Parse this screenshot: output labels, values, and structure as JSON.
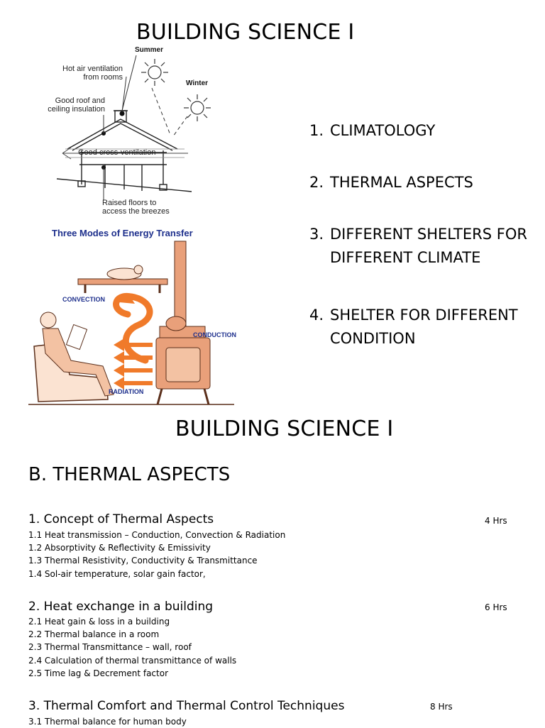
{
  "slide1": {
    "title": "BUILDING SCIENCE I",
    "topics": [
      {
        "num": "1.",
        "text": "CLIMATOLOGY"
      },
      {
        "num": "2.",
        "text": "THERMAL ASPECTS"
      },
      {
        "num": "3.",
        "text": "DIFFERENT SHELTERS FOR DIFFERENT CLIMATE"
      },
      {
        "num": "4.",
        "text": "SHELTER FOR DIFFERENT CONDITION"
      }
    ],
    "house_diagram": {
      "summer": "Summer",
      "winter": "Winter",
      "hot_air": [
        "Hot air ventilation",
        "from rooms"
      ],
      "roof": [
        "Good roof and",
        "ceiling insulation"
      ],
      "cross": "Good cross-ventilation",
      "floors": [
        "Raised floors to",
        "access the breezes"
      ]
    },
    "energy_diagram": {
      "title": "Three Modes of Energy Transfer",
      "convection": "CONVECTION",
      "conduction": "CONDUCTION",
      "radiation": "RADIATION"
    }
  },
  "slide2": {
    "title": "BUILDING SCIENCE I",
    "section": "B. THERMAL ASPECTS",
    "units": [
      {
        "title": "1. Concept of Thermal Aspects",
        "hours": "4 Hrs",
        "items": [
          "1.1 Heat transmission – Conduction, Convection & Radiation",
          "1.2 Absorptivity & Reflectivity & Emissivity",
          "1.3 Thermal Resistivity, Conductivity & Transmittance",
          "1.4 Sol-air temperature, solar gain factor,"
        ]
      },
      {
        "title": "2. Heat exchange in a building",
        "hours": "6 Hrs",
        "items": [
          "2.1 Heat gain & loss in a building",
          "2.2 Thermal balance in a room",
          "2.3 Thermal Transmittance – wall, roof",
          "2.4 Calculation of thermal transmittance of walls",
          "2.5 Time lag & Decrement factor"
        ]
      },
      {
        "title": "3. Thermal Comfort and Thermal Control Techniques",
        "hours": "8 Hrs",
        "items": [
          "3.1 Thermal balance for human body"
        ]
      }
    ]
  }
}
